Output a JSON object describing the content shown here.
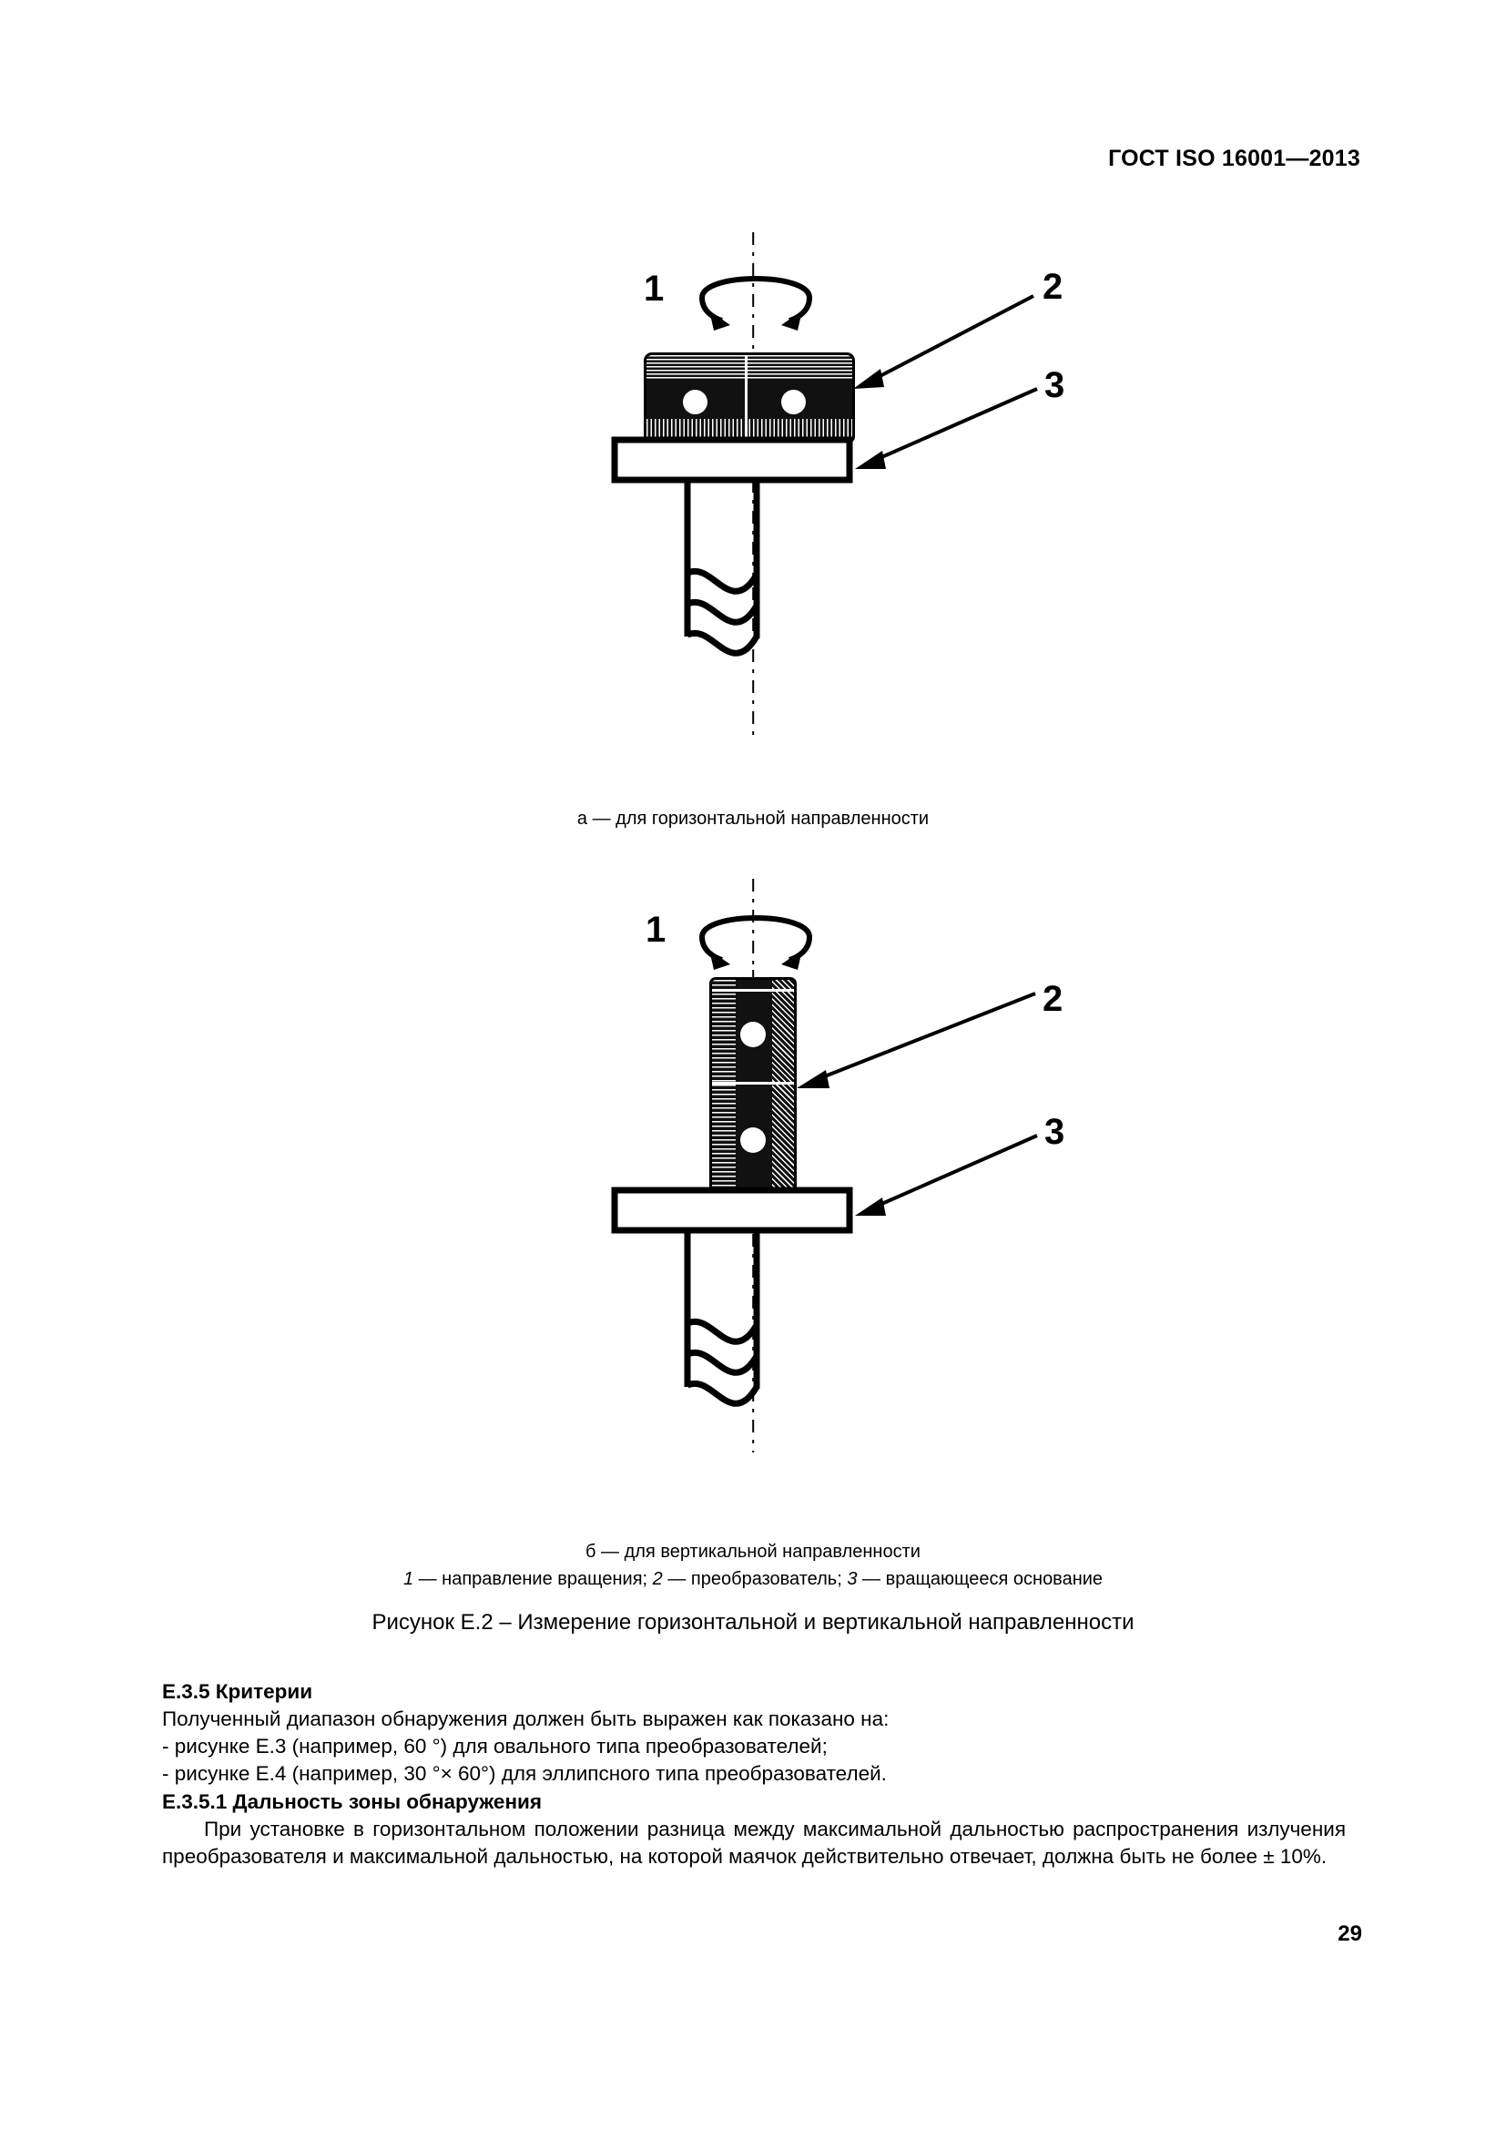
{
  "header": {
    "standard_ref": "ГОСТ ISO 16001—2013"
  },
  "figure": {
    "part_a": {
      "caption": "а — для горизонтальной направленности",
      "callouts": {
        "one": "1",
        "two": "2",
        "three": "3"
      }
    },
    "part_b": {
      "caption": "б — для вертикальной направленности",
      "callouts": {
        "one": "1",
        "two": "2",
        "three": "3"
      }
    },
    "legend": "1 — направление вращения; 2 — преобразователь; 3 — вращающееся основание",
    "legend_parts": {
      "n1": "1",
      "t1": " — направление вращения; ",
      "n2": "2",
      "t2": " — преобразователь; ",
      "n3": "3",
      "t3": " — вращающееся основание"
    },
    "title": "Рисунок Е.2 – Измерение горизонтальной и вертикальной направленности"
  },
  "content": {
    "heading_criteria": "Е.3.5 Критерии",
    "line_range": "Полученный диапазон обнаружения должен быть выражен как показано на:",
    "bullet_e3": "- рисунке Е.3 (например, 60 °) для овального типа преобразователей;",
    "bullet_e4": "- рисунке Е.4 (например, 30 °× 60°) для эллипсного типа преобразователей.",
    "heading_range": "Е.3.5.1 Дальность зоны обнаружения",
    "paragraph": "При установке в горизонтальном положении разница между максимальной дальностью распространения излучения преобразователя и максимальной дальностью, на которой маячок действительно отвечает, должна быть не более ± 10%."
  },
  "footer": {
    "page_number": "29"
  },
  "colors": {
    "ink": "#000000",
    "paper": "#ffffff"
  }
}
